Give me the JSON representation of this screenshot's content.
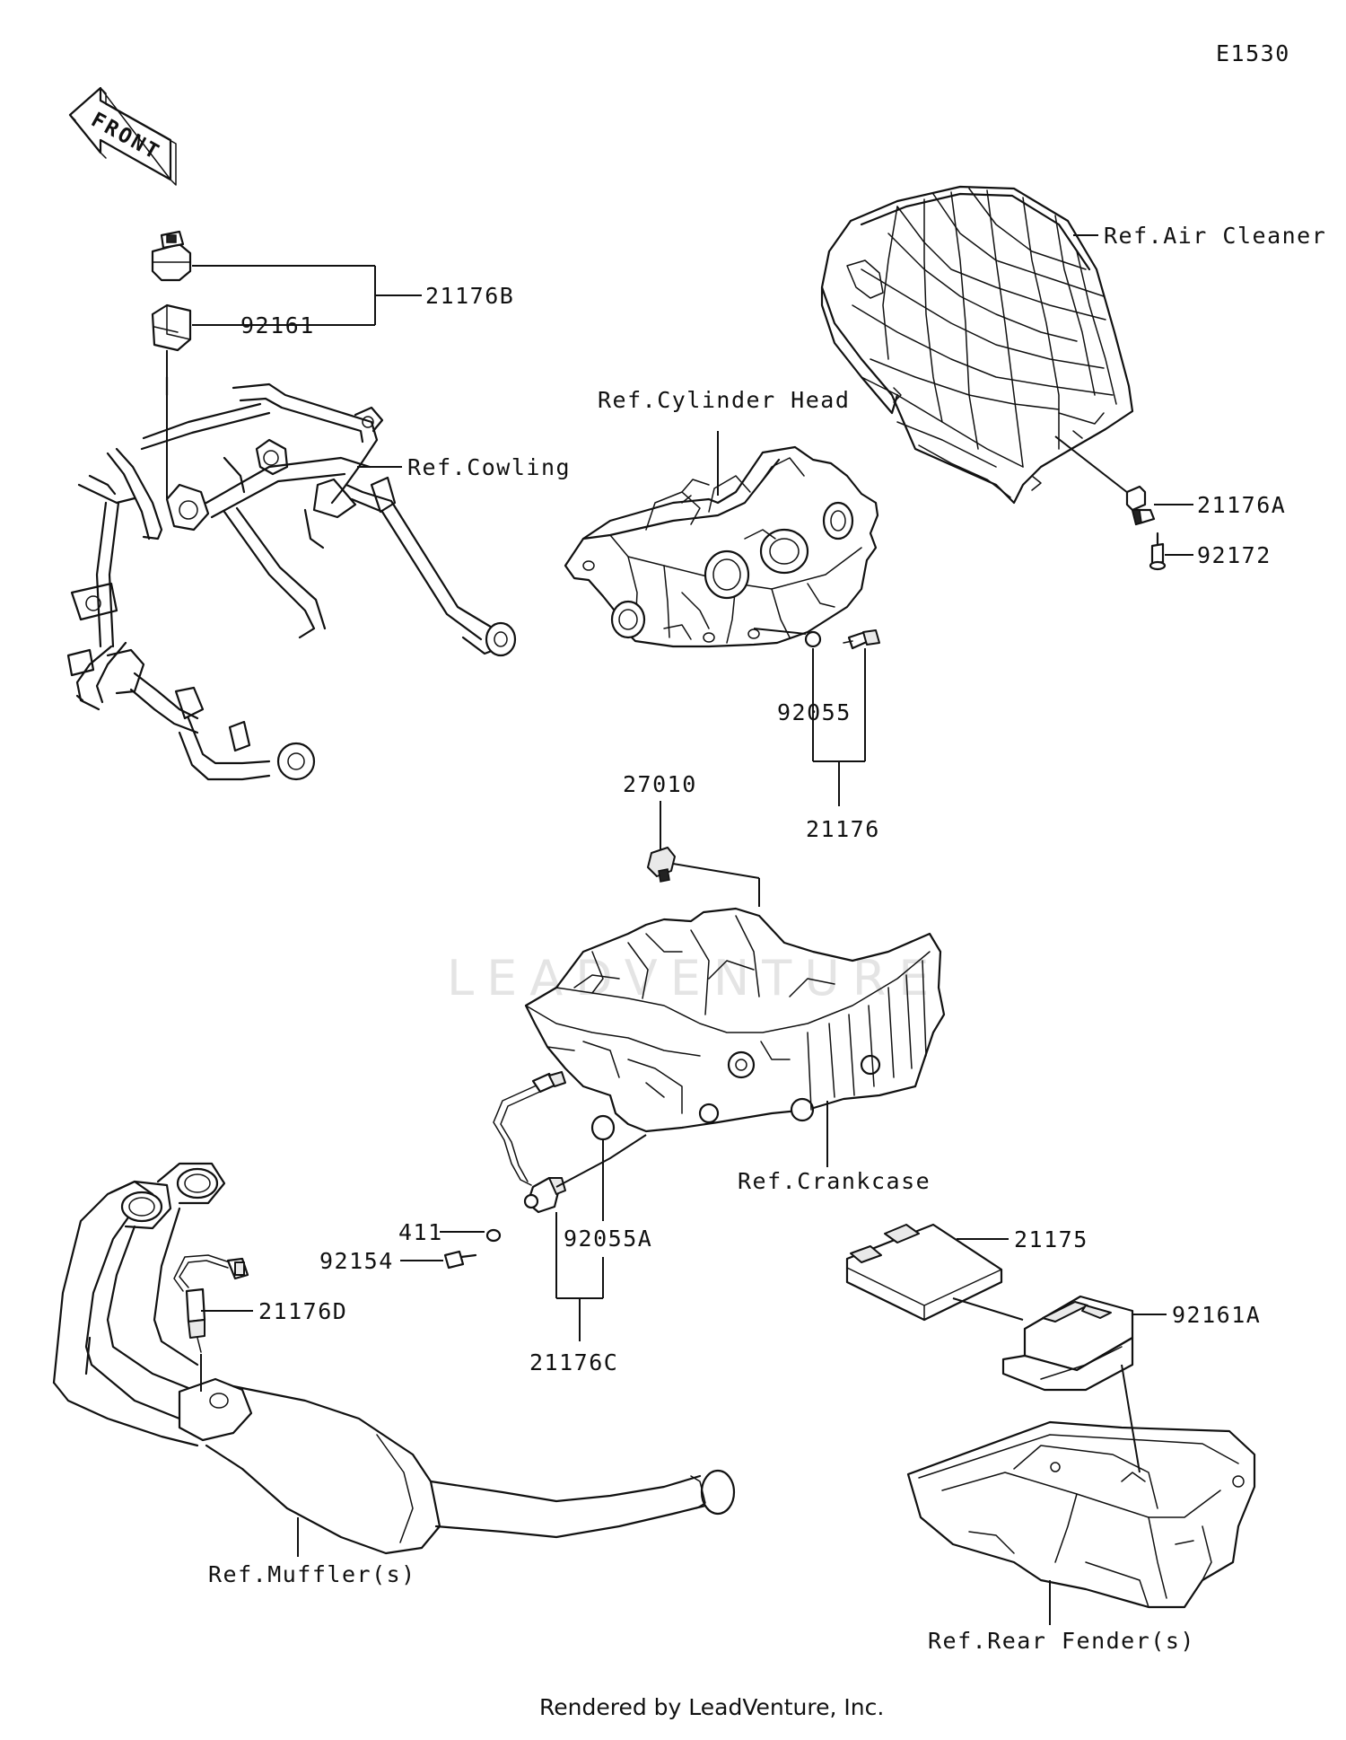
{
  "diagram_code": "E1530",
  "front_arrow_label": "FRONT",
  "watermark": "LEADVENTURE",
  "footer": "Rendered by LeadVenture, Inc.",
  "labels": {
    "p21176B": "21176B",
    "p92161": "92161",
    "ref_cowling": "Ref.Cowling",
    "ref_air_cleaner": "Ref.Air Cleaner",
    "ref_cylinder_head": "Ref.Cylinder Head",
    "p21176A": "21176A",
    "p92172": "92172",
    "p92055": "92055",
    "p21176": "21176",
    "p27010": "27010",
    "ref_crankcase": "Ref.Crankcase",
    "p411": "411",
    "p92154": "92154",
    "p92055A": "92055A",
    "p21176C": "21176C",
    "p21176D": "21176D",
    "p21175": "21175",
    "p92161A": "92161A",
    "ref_muffler": "Ref.Muffler(s)",
    "ref_rear_fender": "Ref.Rear Fender(s)"
  }
}
